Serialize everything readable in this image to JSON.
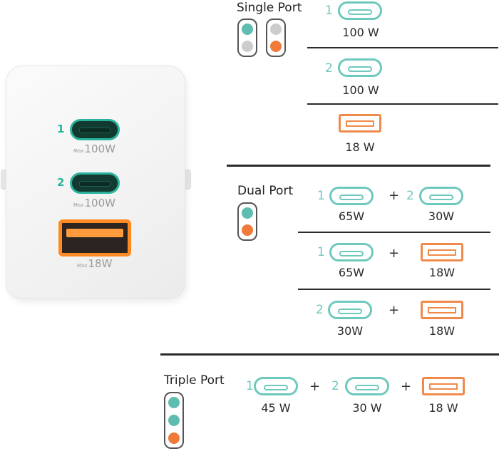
{
  "charger": {
    "ports": [
      {
        "number": "1",
        "max_prefix": "Max",
        "max_value": "100W",
        "type": "usb-c"
      },
      {
        "number": "2",
        "max_prefix": "Max",
        "max_value": "100W",
        "type": "usb-c"
      },
      {
        "max_prefix": "Max",
        "max_value": "18W",
        "type": "usb-a"
      }
    ]
  },
  "single_port": {
    "heading": "Single Port",
    "rows": [
      {
        "number": "1",
        "watts": "100 W"
      },
      {
        "number": "2",
        "watts": "100 W"
      },
      {
        "watts": "18 W"
      }
    ]
  },
  "dual_port": {
    "heading": "Dual Port",
    "rows": [
      {
        "left_number": "1",
        "left_watts": "65W",
        "plus": "+",
        "right_number": "2",
        "right_watts": "30W"
      },
      {
        "left_number": "1",
        "left_watts": "65W",
        "plus": "+",
        "right_watts": "18W"
      },
      {
        "left_number": "2",
        "left_watts": "30W",
        "plus": "+",
        "right_watts": "18W"
      }
    ]
  },
  "triple_port": {
    "heading": "Triple Port",
    "row": {
      "first_number": "1",
      "first_watts": "45 W",
      "plus1": "+",
      "second_number": "2",
      "second_watts": "30 W",
      "plus2": "+",
      "third_watts": "18 W"
    }
  },
  "colors": {
    "teal": "#6ec9bd",
    "orange": "#f08a4b",
    "charger_teal": "#2ab29c",
    "charger_orange": "#ff8a22"
  }
}
